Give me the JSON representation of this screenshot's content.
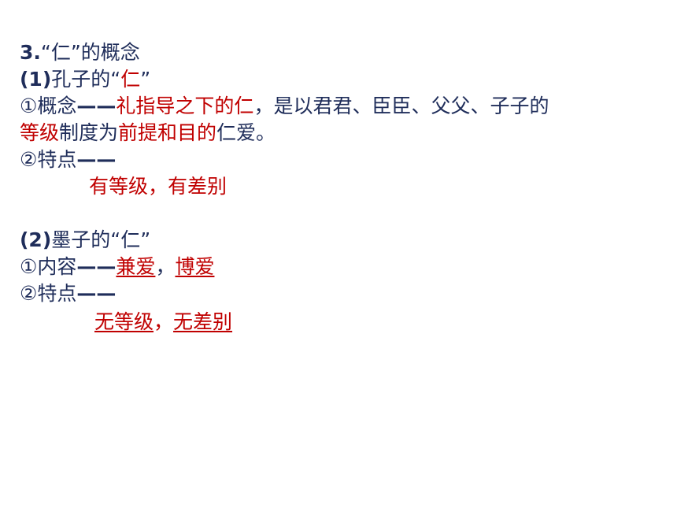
{
  "section_title": {
    "num": "3.",
    "text": "“仁”的概念"
  },
  "confucius": {
    "num": "(1)",
    "label_prefix": "孔子的“",
    "ren": "仁",
    "label_suffix": "”",
    "concept_marker": "①概念",
    "concept_dash": "——",
    "concept_red": "礼指导之下的仁",
    "concept_text": "，是以君君、臣臣、父父、子子的",
    "concept_line2_red1": "等级",
    "concept_line2_text1": "制度为",
    "concept_line2_red2": "前提和目的",
    "concept_line2_text2": "仁爱。",
    "feature_marker": "②特点",
    "feature_dash": "——",
    "feature_value": "有等级，有差别"
  },
  "mozi": {
    "num": "(2)",
    "label": "墨子的“仁”",
    "content_marker": "①内容",
    "content_dash": "——",
    "content_value1": "兼爱",
    "content_sep": "，",
    "content_value2": "博爱",
    "feature_marker": "②特点",
    "feature_dash": "——",
    "feature_value1": "无等级",
    "feature_sep": "，",
    "feature_value2": "无差别"
  },
  "colors": {
    "text": "#1f2d5a",
    "accent": "#c00000"
  }
}
